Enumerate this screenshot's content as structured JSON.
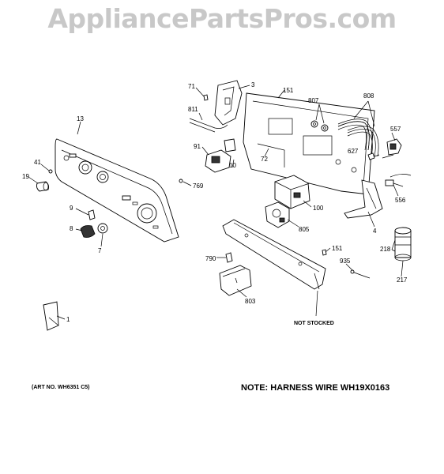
{
  "watermark": "AppliancePartsPros.com",
  "part_labels": {
    "p1": "1",
    "p3": "3",
    "p4": "4",
    "p7": "7",
    "p8": "8",
    "p9": "9",
    "p10": "10",
    "p13": "13",
    "p19": "19",
    "p41": "41",
    "p71": "71",
    "p72": "72",
    "p91": "91",
    "p100": "100",
    "p151a": "151",
    "p151b": "151",
    "p217": "217",
    "p218": "218",
    "p556": "556",
    "p557": "557",
    "p627": "627",
    "p769": "769",
    "p790": "790",
    "p803": "803",
    "p805": "805",
    "p807": "807",
    "p808": "808",
    "p811": "811",
    "p935": "935"
  },
  "not_stocked": "NOT STOCKED",
  "art_no": "(ART NO. WH6351 C5)",
  "note": "NOTE: HARNESS WIRE WH19X0163"
}
